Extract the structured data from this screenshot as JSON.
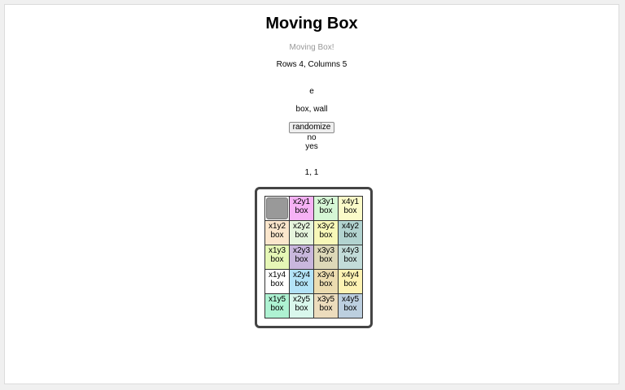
{
  "header": {
    "title": "Moving Box",
    "subtitle": "Moving Box!",
    "dimensions": "Rows 4, Columns 5"
  },
  "controls": {
    "key": "e",
    "types": "box, wall",
    "randomize_label": "randomize",
    "option_no": "no",
    "option_yes": "yes",
    "position": "1, 1"
  },
  "board": {
    "rows": [
      [
        {
          "id": "x1y1",
          "label": "",
          "type": "",
          "color": "#ffffff",
          "mover": true
        },
        {
          "id": "x2y1",
          "label": "x2y1",
          "type": "box",
          "color": "#f6b2f5"
        },
        {
          "id": "x3y1",
          "label": "x3y1",
          "type": "box",
          "color": "#d6f7d6"
        },
        {
          "id": "x4y1",
          "label": "x4y1",
          "type": "box",
          "color": "#fbfbc9"
        }
      ],
      [
        {
          "id": "x1y2",
          "label": "x1y2",
          "type": "box",
          "color": "#fbe6cc"
        },
        {
          "id": "x2y2",
          "label": "x2y2",
          "type": "box",
          "color": "#e6f5dd"
        },
        {
          "id": "x3y2",
          "label": "x3y2",
          "type": "box",
          "color": "#f8f8b8"
        },
        {
          "id": "x4y2",
          "label": "x4y2",
          "type": "box",
          "color": "#b2d3d0"
        }
      ],
      [
        {
          "id": "x1y3",
          "label": "x1y3",
          "type": "box",
          "color": "#e6f7b6"
        },
        {
          "id": "x2y3",
          "label": "x2y3",
          "type": "box",
          "color": "#c9b7dd"
        },
        {
          "id": "x3y3",
          "label": "x3y3",
          "type": "box",
          "color": "#ddd8b8"
        },
        {
          "id": "x4y3",
          "label": "x4y3",
          "type": "box",
          "color": "#c2dcd9"
        }
      ],
      [
        {
          "id": "x1y4",
          "label": "x1y4",
          "type": "box",
          "color": "#ffffff"
        },
        {
          "id": "x2y4",
          "label": "x2y4",
          "type": "box",
          "color": "#b3e3f7"
        },
        {
          "id": "x3y4",
          "label": "x3y4",
          "type": "box",
          "color": "#ecdcb0"
        },
        {
          "id": "x4y4",
          "label": "x4y4",
          "type": "box",
          "color": "#fdf3b3"
        }
      ],
      [
        {
          "id": "x1y5",
          "label": "x1y5",
          "type": "box",
          "color": "#aef2d2"
        },
        {
          "id": "x2y5",
          "label": "x2y5",
          "type": "box",
          "color": "#d9f7ec"
        },
        {
          "id": "x3y5",
          "label": "x3y5",
          "type": "box",
          "color": "#ecdcbd"
        },
        {
          "id": "x4y5",
          "label": "x4y5",
          "type": "box",
          "color": "#bccfdf"
        }
      ]
    ]
  }
}
